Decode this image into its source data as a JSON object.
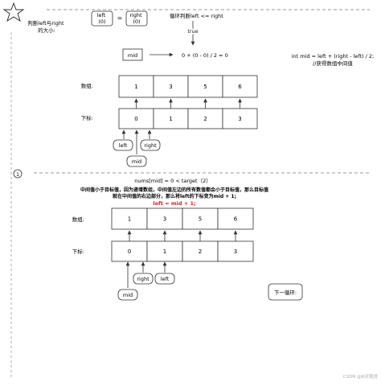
{
  "step0": {
    "compare_label": "判断left与right\n的大小:",
    "left_box": "left\n(0)",
    "compare_op": "=",
    "right_box": "right\n(0)",
    "loop_condition": "循环判断left <= right",
    "true_label": "true",
    "mid_box": "mid",
    "mid_calc": "0 + (0 - 0) / 2 = 0",
    "code_line": "int mid = left + (right - left) / 2;",
    "code_comment": "//获得数组中间值",
    "array_label": "数组:",
    "array_values": [
      "1",
      "3",
      "5",
      "6"
    ],
    "index_label": "下标:",
    "indices": [
      "0",
      "1",
      "2",
      "3"
    ],
    "pointer_left": "left",
    "pointer_right": "right",
    "pointer_mid": "mid"
  },
  "step1": {
    "step_number": "1",
    "condition": "nums[mid] = 0 < target（2）",
    "explanation_1": "中间值小于目标值，因为递增数组，中间值左边的所有数值都会小于目标值，那么目标值",
    "explanation_2": "就在中间值的右边部分，那么将left的下标变为mid + 1;",
    "update_code": "left = mid + 1;",
    "array_label": "数组:",
    "array_values": [
      "1",
      "3",
      "5",
      "6"
    ],
    "index_label": "下标:",
    "indices": [
      "0",
      "1",
      "2",
      "3"
    ],
    "pointer_mid": "mid",
    "pointer_right": "right",
    "pointer_left": "left",
    "next_loop": "下一循环:"
  },
  "watermark": "CSDN @R对我说",
  "colors": {
    "highlight_red": "#e02020",
    "line": "#333333"
  }
}
